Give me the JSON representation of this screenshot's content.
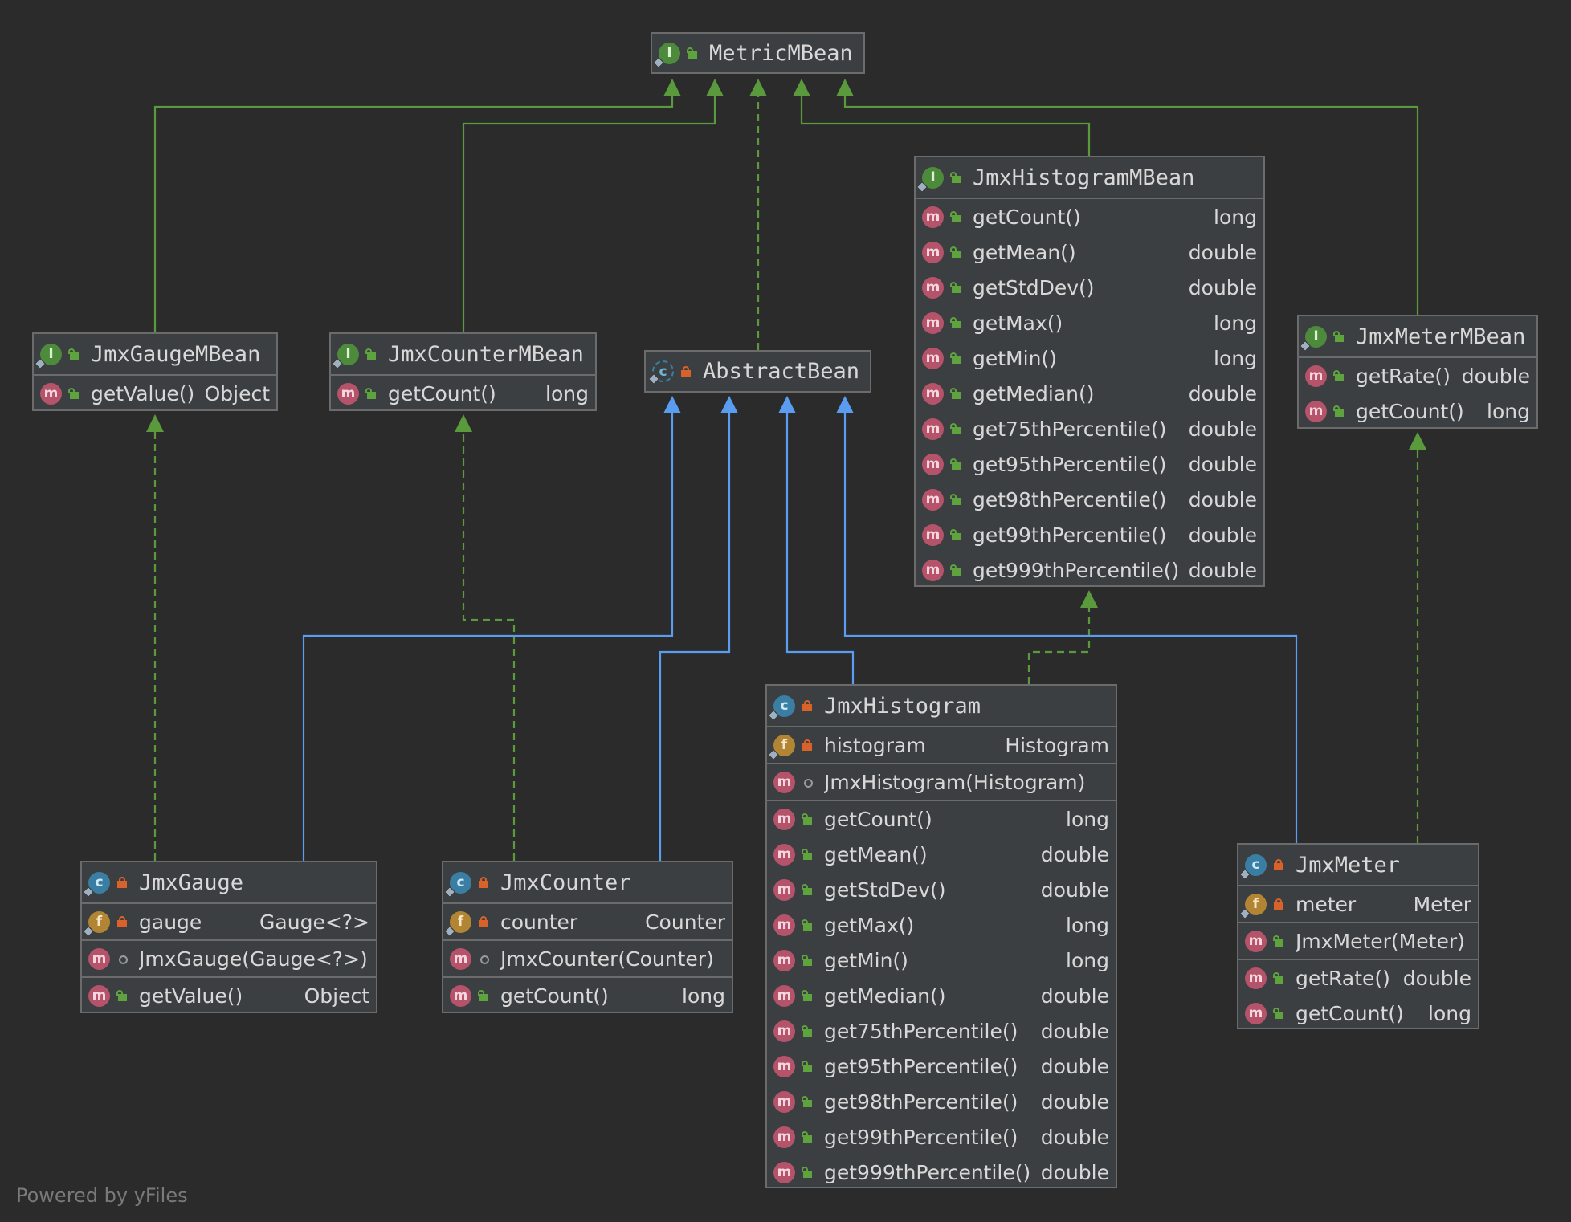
{
  "colors": {
    "background": "#2b2b2b",
    "node_fill": "#3c3f41",
    "node_border": "#6b6b6b",
    "interface_edge": "#5a9a3d",
    "class_edge": "#5a9cf0",
    "text": "#d8d8d8"
  },
  "footer": "Powered by yFiles",
  "nodes": [
    {
      "id": "MetricMBean",
      "kind": "interface",
      "title": "MetricMBean",
      "title_vis": "public",
      "sections": []
    },
    {
      "id": "JmxHistogramMBean",
      "kind": "interface",
      "title": "JmxHistogramMBean",
      "title_vis": "public",
      "sections": [
        [
          {
            "icon": "m",
            "vis": "public",
            "name": "getCount()",
            "type": "long"
          },
          {
            "icon": "m",
            "vis": "public",
            "name": "getMean()",
            "type": "double"
          },
          {
            "icon": "m",
            "vis": "public",
            "name": "getStdDev()",
            "type": "double"
          },
          {
            "icon": "m",
            "vis": "public",
            "name": "getMax()",
            "type": "long"
          },
          {
            "icon": "m",
            "vis": "public",
            "name": "getMin()",
            "type": "long"
          },
          {
            "icon": "m",
            "vis": "public",
            "name": "getMedian()",
            "type": "double"
          },
          {
            "icon": "m",
            "vis": "public",
            "name": "get75thPercentile()",
            "type": "double"
          },
          {
            "icon": "m",
            "vis": "public",
            "name": "get95thPercentile()",
            "type": "double"
          },
          {
            "icon": "m",
            "vis": "public",
            "name": "get98thPercentile()",
            "type": "double"
          },
          {
            "icon": "m",
            "vis": "public",
            "name": "get99thPercentile()",
            "type": "double"
          },
          {
            "icon": "m",
            "vis": "public",
            "name": "get999thPercentile()",
            "type": "double"
          }
        ]
      ]
    },
    {
      "id": "JmxGaugeMBean",
      "kind": "interface",
      "title": "JmxGaugeMBean",
      "title_vis": "public",
      "sections": [
        [
          {
            "icon": "m",
            "vis": "public",
            "name": "getValue()",
            "type": "Object"
          }
        ]
      ]
    },
    {
      "id": "JmxCounterMBean",
      "kind": "interface",
      "title": "JmxCounterMBean",
      "title_vis": "public",
      "sections": [
        [
          {
            "icon": "m",
            "vis": "public",
            "name": "getCount()",
            "type": "long"
          }
        ]
      ]
    },
    {
      "id": "AbstractBean",
      "kind": "abstract",
      "title": "AbstractBean",
      "title_vis": "private",
      "sections": []
    },
    {
      "id": "JmxMeterMBean",
      "kind": "interface",
      "title": "JmxMeterMBean",
      "title_vis": "public",
      "sections": [
        [
          {
            "icon": "m",
            "vis": "public",
            "name": "getRate()",
            "type": "double"
          },
          {
            "icon": "m",
            "vis": "public",
            "name": "getCount()",
            "type": "long"
          }
        ]
      ]
    },
    {
      "id": "JmxHistogram",
      "kind": "class",
      "title": "JmxHistogram",
      "title_vis": "private",
      "sections": [
        [
          {
            "icon": "f",
            "vis": "private",
            "name": "histogram",
            "type": "Histogram"
          }
        ],
        [
          {
            "icon": "m",
            "vis": "package",
            "name": "JmxHistogram(Histogram)",
            "type": ""
          }
        ],
        [
          {
            "icon": "m",
            "vis": "public",
            "name": "getCount()",
            "type": "long"
          },
          {
            "icon": "m",
            "vis": "public",
            "name": "getMean()",
            "type": "double"
          },
          {
            "icon": "m",
            "vis": "public",
            "name": "getStdDev()",
            "type": "double"
          },
          {
            "icon": "m",
            "vis": "public",
            "name": "getMax()",
            "type": "long"
          },
          {
            "icon": "m",
            "vis": "public",
            "name": "getMin()",
            "type": "long"
          },
          {
            "icon": "m",
            "vis": "public",
            "name": "getMedian()",
            "type": "double"
          },
          {
            "icon": "m",
            "vis": "public",
            "name": "get75thPercentile()",
            "type": "double"
          },
          {
            "icon": "m",
            "vis": "public",
            "name": "get95thPercentile()",
            "type": "double"
          },
          {
            "icon": "m",
            "vis": "public",
            "name": "get98thPercentile()",
            "type": "double"
          },
          {
            "icon": "m",
            "vis": "public",
            "name": "get99thPercentile()",
            "type": "double"
          },
          {
            "icon": "m",
            "vis": "public",
            "name": "get999thPercentile()",
            "type": "double"
          }
        ]
      ]
    },
    {
      "id": "JmxGauge",
      "kind": "class",
      "title": "JmxGauge",
      "title_vis": "private",
      "sections": [
        [
          {
            "icon": "f",
            "vis": "private",
            "name": "gauge",
            "type": "Gauge<?>"
          }
        ],
        [
          {
            "icon": "m",
            "vis": "package",
            "name": "JmxGauge(Gauge<?>)",
            "type": ""
          }
        ],
        [
          {
            "icon": "m",
            "vis": "public",
            "name": "getValue()",
            "type": "Object"
          }
        ]
      ]
    },
    {
      "id": "JmxCounter",
      "kind": "class",
      "title": "JmxCounter",
      "title_vis": "private",
      "sections": [
        [
          {
            "icon": "f",
            "vis": "private",
            "name": "counter",
            "type": "Counter"
          }
        ],
        [
          {
            "icon": "m",
            "vis": "package",
            "name": "JmxCounter(Counter)",
            "type": ""
          }
        ],
        [
          {
            "icon": "m",
            "vis": "public",
            "name": "getCount()",
            "type": "long"
          }
        ]
      ]
    },
    {
      "id": "JmxMeter",
      "kind": "class",
      "title": "JmxMeter",
      "title_vis": "private",
      "sections": [
        [
          {
            "icon": "f",
            "vis": "private",
            "name": "meter",
            "type": "Meter"
          }
        ],
        [
          {
            "icon": "m",
            "vis": "public",
            "name": "JmxMeter(Meter)",
            "type": ""
          }
        ],
        [
          {
            "icon": "m",
            "vis": "public",
            "name": "getRate()",
            "type": "double"
          },
          {
            "icon": "m",
            "vis": "public",
            "name": "getCount()",
            "type": "long"
          }
        ]
      ]
    }
  ],
  "edges": [
    {
      "from": "JmxGaugeMBean",
      "to": "MetricMBean",
      "type": "extends-interface"
    },
    {
      "from": "JmxCounterMBean",
      "to": "MetricMBean",
      "type": "extends-interface"
    },
    {
      "from": "AbstractBean",
      "to": "MetricMBean",
      "type": "implements"
    },
    {
      "from": "JmxHistogramMBean",
      "to": "MetricMBean",
      "type": "extends-interface"
    },
    {
      "from": "JmxMeterMBean",
      "to": "MetricMBean",
      "type": "extends-interface"
    },
    {
      "from": "JmxGauge",
      "to": "JmxGaugeMBean",
      "type": "implements"
    },
    {
      "from": "JmxCounter",
      "to": "JmxCounterMBean",
      "type": "implements"
    },
    {
      "from": "JmxHistogram",
      "to": "JmxHistogramMBean",
      "type": "implements"
    },
    {
      "from": "JmxMeter",
      "to": "JmxMeterMBean",
      "type": "implements"
    },
    {
      "from": "JmxGauge",
      "to": "AbstractBean",
      "type": "extends-class"
    },
    {
      "from": "JmxCounter",
      "to": "AbstractBean",
      "type": "extends-class"
    },
    {
      "from": "JmxHistogram",
      "to": "AbstractBean",
      "type": "extends-class"
    },
    {
      "from": "JmxMeter",
      "to": "AbstractBean",
      "type": "extends-class"
    }
  ]
}
